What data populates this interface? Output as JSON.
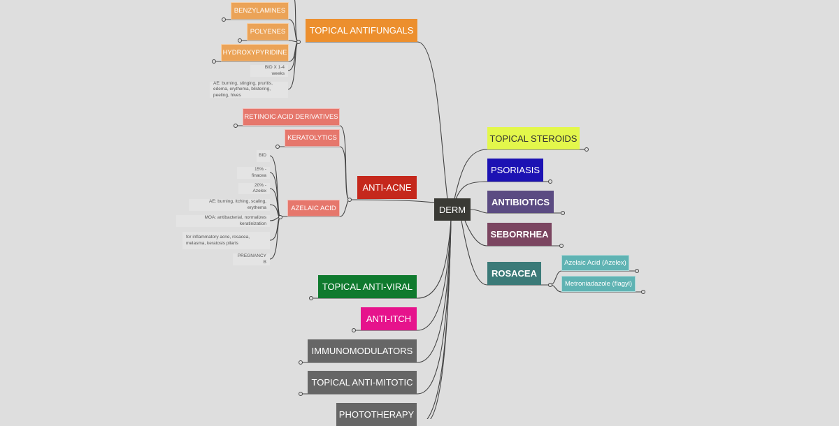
{
  "center": "DERM",
  "colors": {
    "antifungal": "#ec8f2e",
    "antifungal_sub": "#eba357",
    "acne": "#c5281c",
    "acne_sub": "#e6776c",
    "steroids": "#e3f74b",
    "psoriasis": "#1c12b3",
    "antibiotics": "#5b4b82",
    "seborrhea": "#7b4560",
    "rosacea": "#3b7a78",
    "rosacea_sub": "#5fb3b3",
    "antiviral": "#0f7a2e",
    "antiitch": "#e6138c",
    "gray": "#666666"
  },
  "antifungals": {
    "label": "TOPICAL ANTIFUNGALS",
    "children": [
      "BENZYLAMINES",
      "POLYENES",
      "HYDROXYPYRIDINE"
    ],
    "notes": [
      "BID X 1-4 weeks",
      "AE: burning, stinging, pruritis, edema, erythema, blistering, peeling, hives"
    ]
  },
  "acne": {
    "label": "ANTI-ACNE",
    "children": [
      "RETINOIC ACID DERIVATIVES",
      "KERATOLYTICS",
      "AZELAIC ACID"
    ],
    "azelaic_notes": [
      "BID",
      "15% - finacea",
      "20% - Azelex",
      "AE: burning, itching, scaling, erythema",
      "MOA: antibacterial, normalizes keratinization",
      "for inflammatory acne, rosacea, melasma, keratosis pilaris",
      "PREGNANCY B"
    ]
  },
  "right": [
    "TOPICAL STEROIDS",
    "PSORIASIS",
    "ANTIBIOTICS",
    "SEBORRHEA",
    "ROSACEA"
  ],
  "rosacea_children": [
    "Azelaic Acid (Azelex)",
    "Metroniadazole (flagyl)"
  ],
  "left_bottom": [
    "TOPICAL ANTI-VIRAL",
    "ANTI-ITCH",
    "IMMUNOMODULATORS",
    "TOPICAL ANTI-MITOTIC",
    "PHOTOTHERAPY"
  ]
}
